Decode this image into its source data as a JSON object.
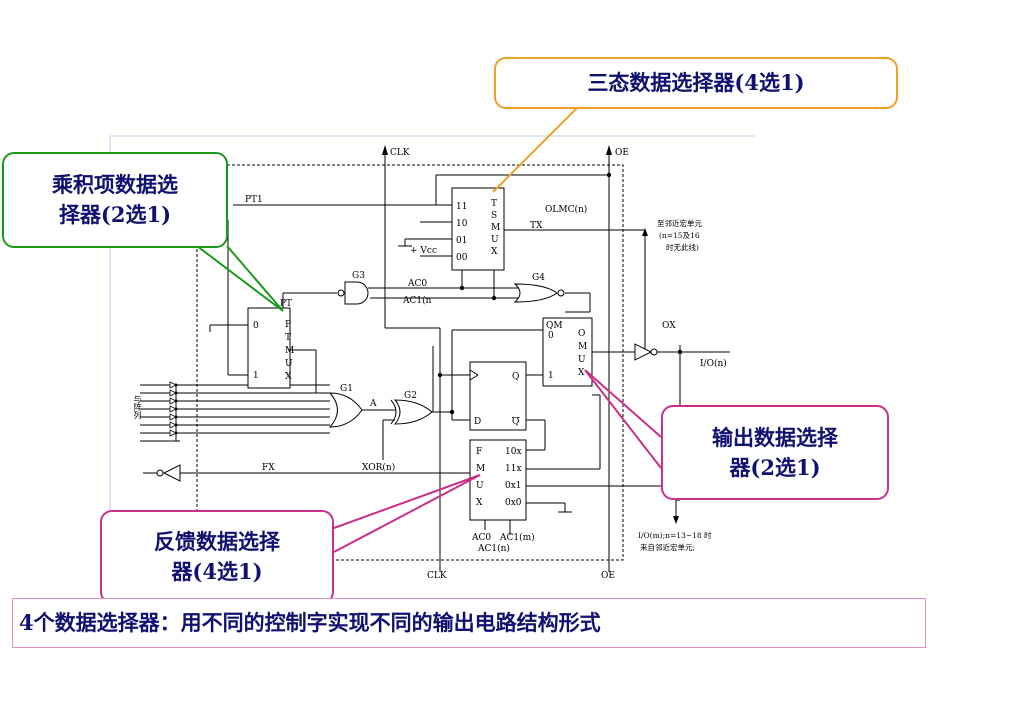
{
  "callouts": {
    "tristate_mux": "三态数据选择器(4选1)",
    "product_term_mux_line1": "乘积项数据选",
    "product_term_mux_line2": "择器(2选1)",
    "output_mux_line1": "输出数据选择",
    "output_mux_line2": "器(2选1)",
    "feedback_mux_line1": "反馈数据选择",
    "feedback_mux_line2": "器(4选1)"
  },
  "caption": "4个数据选择器：用不同的控制字实现不同的输出电路结构形式",
  "circuit": {
    "clk_top": "CLK",
    "oe_top": "OE",
    "clk_bottom": "CLK",
    "oe_bottom": "OE",
    "pt1": "PT1",
    "olmc": "OLMC(n)",
    "tx": "TX",
    "vcc": "+ Vcc",
    "tsmux_inputs": [
      "11",
      "10",
      "01",
      "00"
    ],
    "tsmux_letters": [
      "T",
      "S",
      "M",
      "U",
      "X"
    ],
    "ac0": "AC0",
    "ac1n": "AC1(n",
    "g3": "G3",
    "g4": "G4",
    "pt": "PT",
    "ptmux_letters": [
      "P",
      "T",
      "M",
      "U",
      "X"
    ],
    "ptmux_in0": "0",
    "ptmux_in1": "1",
    "qm": "QM",
    "omux_in0": "0",
    "omux_in1": "1",
    "omux_letters": [
      "O",
      "M",
      "U",
      "X"
    ],
    "ox": "OX",
    "io_n": "I/O(n)",
    "side_note": [
      "至邻近宏单元",
      "(n=15及16",
      "时无此线)"
    ],
    "ff_q": "Q",
    "ff_qbar": "Q",
    "ff_d": "D",
    "g1": "G1",
    "g2": "G2",
    "a": "A",
    "xor": "XOR(n)",
    "fx": "FX",
    "left_vertical": "与阵列",
    "fmux_letters": [
      "F",
      "M",
      "U",
      "X"
    ],
    "fmux_inputs": [
      "10x",
      "11x",
      "0x1",
      "0x0"
    ],
    "fmux_ac0": "AC0",
    "fmux_ac1m": "AC1(m)",
    "fmux_ac1n": "AC1(n)",
    "io_m": "I/O(m);n=13~18 时",
    "io_m2": "来自邻近宏单元;"
  },
  "colors": {
    "ink": "#101070",
    "orange_border": "#f0a020",
    "green_border": "#1a9a1a",
    "magenta_border": "#c8308a"
  }
}
